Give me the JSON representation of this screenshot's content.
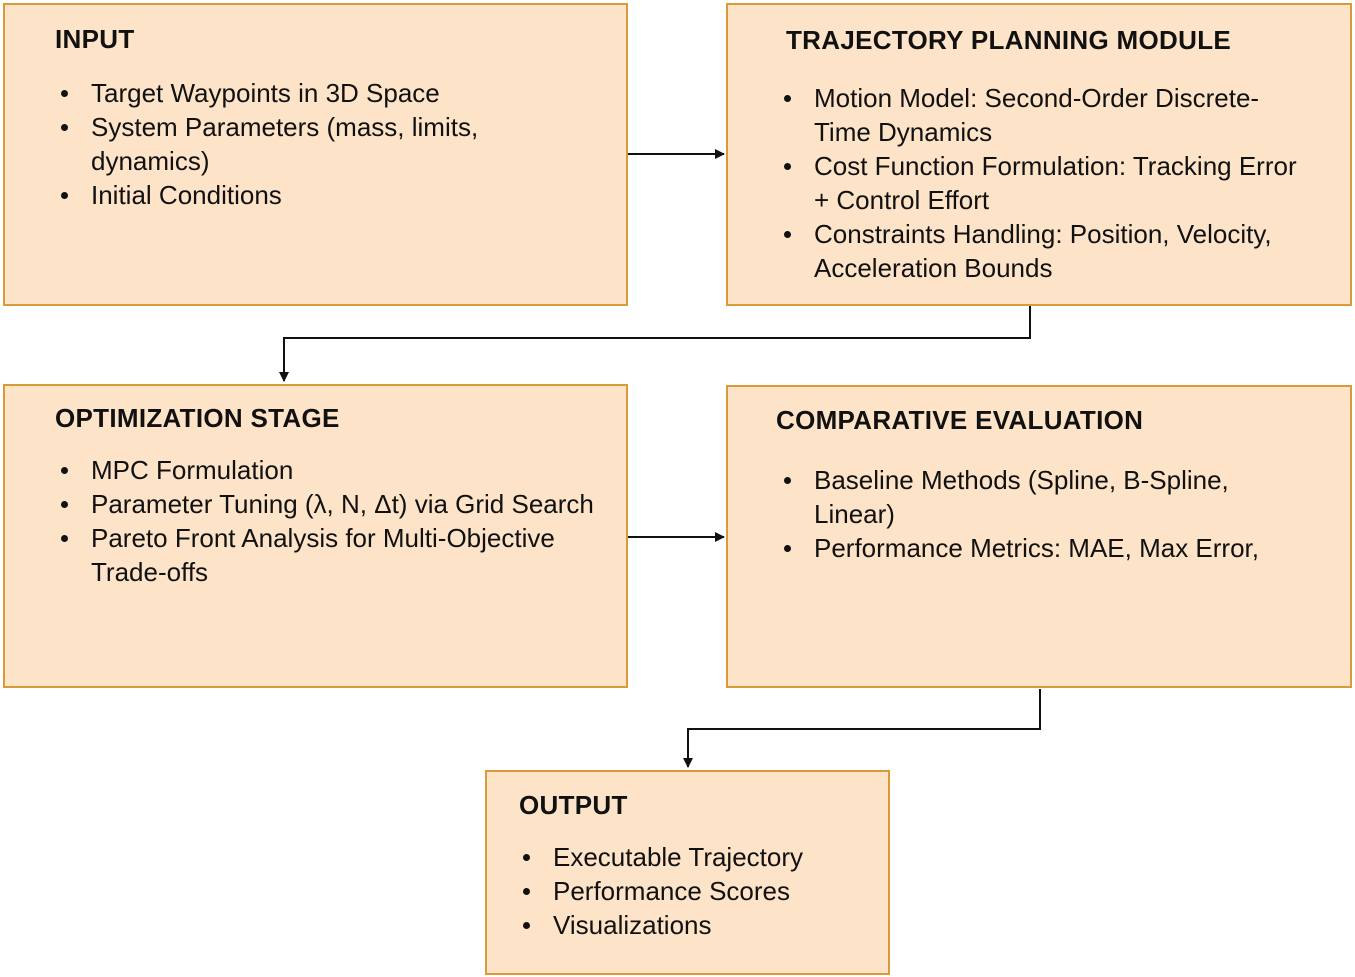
{
  "boxes": {
    "input": {
      "title": "INPUT",
      "items": [
        "Target Waypoints in 3D Space",
        "System Parameters (mass, limits, dynamics)",
        "Initial Conditions"
      ]
    },
    "trajectory": {
      "title": "TRAJECTORY PLANNING MODULE",
      "items": [
        "Motion Model: Second-Order Discrete-Time Dynamics",
        "Cost Function Formulation: Tracking Error + Control Effort",
        "Constraints Handling: Position, Velocity, Acceleration Bounds"
      ]
    },
    "optimization": {
      "title": "OPTIMIZATION STAGE",
      "items": [
        "MPC Formulation",
        "Parameter Tuning (λ, N, Δt) via Grid Search",
        "Pareto Front Analysis for Multi-Objective Trade-offs"
      ]
    },
    "comparative": {
      "title": "COMPARATIVE EVALUATION",
      "items": [
        "Baseline Methods (Spline, B-Spline, Linear)",
        "Performance Metrics: MAE, Max Error,"
      ]
    },
    "output": {
      "title": "OUTPUT",
      "items": [
        "Executable Trajectory",
        "Performance Scores",
        "Visualizations"
      ]
    }
  },
  "colors": {
    "box_fill": "#fde3c8",
    "box_border": "#d99a3a",
    "arrow": "#111111",
    "text": "#111111"
  }
}
